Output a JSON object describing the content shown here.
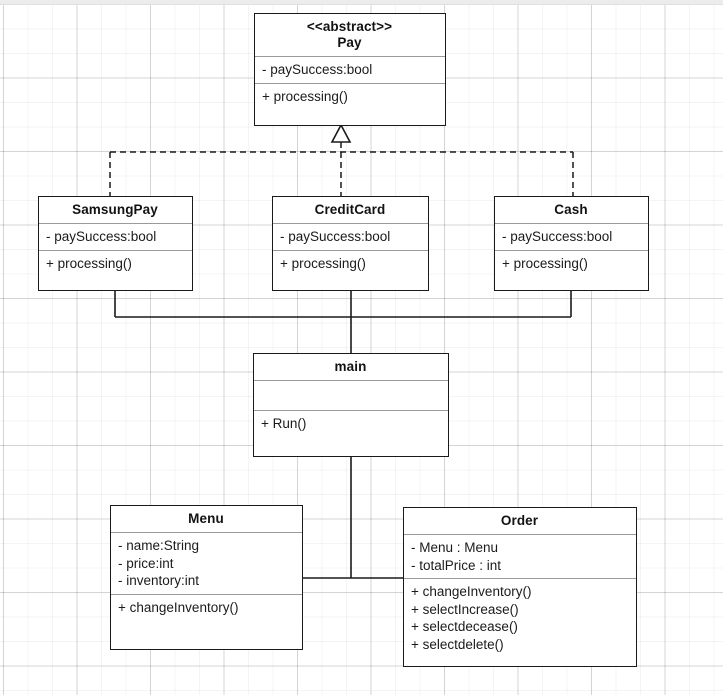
{
  "diagram": {
    "type": "uml-class-diagram",
    "background": "#ffffff",
    "grid_color": "#e8e8e8",
    "line_color": "#1a1a1a",
    "classes": [
      {
        "id": "pay",
        "name": "Pay",
        "stereotype": "<<abstract>>",
        "attributes": [
          "- paySuccess:bool"
        ],
        "methods": [
          "+ processing()"
        ]
      },
      {
        "id": "samsungpay",
        "name": "SamsungPay",
        "stereotype": "",
        "attributes": [
          "- paySuccess:bool"
        ],
        "methods": [
          "+ processing()"
        ]
      },
      {
        "id": "creditcard",
        "name": "CreditCard",
        "stereotype": "",
        "attributes": [
          "- paySuccess:bool"
        ],
        "methods": [
          "+ processing()"
        ]
      },
      {
        "id": "cash",
        "name": "Cash",
        "stereotype": "",
        "attributes": [
          "- paySuccess:bool"
        ],
        "methods": [
          "+ processing()"
        ]
      },
      {
        "id": "main",
        "name": "main",
        "stereotype": "",
        "attributes": [],
        "methods": [
          "+ Run()"
        ]
      },
      {
        "id": "menu",
        "name": "Menu",
        "stereotype": "",
        "attributes": [
          "- name:String",
          "- price:int",
          "- inventory:int"
        ],
        "methods": [
          "+ changeInventory()"
        ]
      },
      {
        "id": "order",
        "name": "Order",
        "stereotype": "",
        "attributes": [
          "- Menu : Menu",
          "- totalPrice : int"
        ],
        "methods": [
          "+ changeInventory()",
          "+ selectIncrease()",
          "+ selectdecease()",
          "+ selectdelete()"
        ]
      }
    ],
    "relationships": [
      {
        "kind": "realization",
        "from": "SamsungPay",
        "to": "Pay",
        "style": "dashed",
        "arrow": "hollow-triangle"
      },
      {
        "kind": "realization",
        "from": "CreditCard",
        "to": "Pay",
        "style": "dashed",
        "arrow": "hollow-triangle"
      },
      {
        "kind": "realization",
        "from": "Cash",
        "to": "Pay",
        "style": "dashed",
        "arrow": "hollow-triangle"
      },
      {
        "kind": "association",
        "from": "SamsungPay",
        "to": "main",
        "style": "solid",
        "arrow": "none"
      },
      {
        "kind": "association",
        "from": "CreditCard",
        "to": "main",
        "style": "solid",
        "arrow": "none"
      },
      {
        "kind": "association",
        "from": "Cash",
        "to": "main",
        "style": "solid",
        "arrow": "none"
      },
      {
        "kind": "association",
        "from": "main",
        "to": "Menu",
        "style": "solid",
        "arrow": "none"
      },
      {
        "kind": "association",
        "from": "main",
        "to": "Order",
        "style": "solid",
        "arrow": "none"
      },
      {
        "kind": "association",
        "from": "Menu",
        "to": "Order",
        "style": "solid",
        "arrow": "none"
      }
    ]
  }
}
